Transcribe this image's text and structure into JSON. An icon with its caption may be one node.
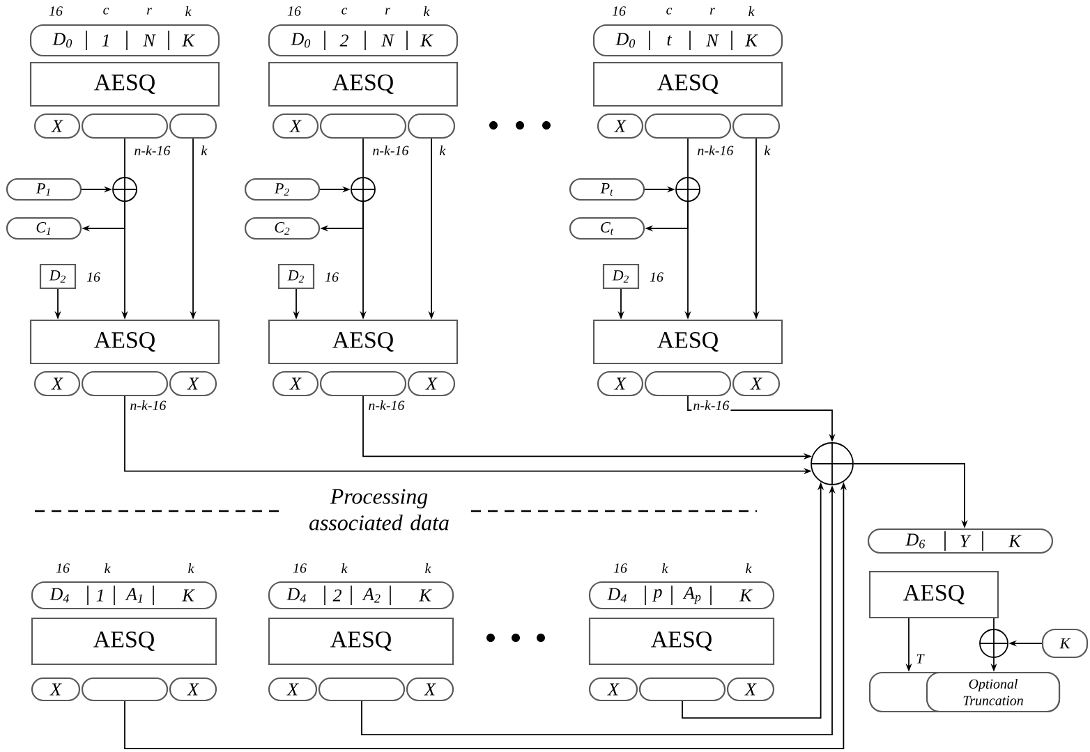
{
  "diagram": {
    "nodes": [
      {
        "text": [
          "D$_{0}$",
          "1",
          "N",
          "K"
        ],
        "beside": [
          "16",
          "c",
          "r",
          "k"
        ]
      },
      {
        "text": [
          "AESQ"
        ]
      },
      {
        "text": [
          "X"
        ]
      },
      {
        "text": [],
        "shape": "capsule"
      },
      {
        "text": [],
        "shape": "capsule"
      },
      {
        "text": [
          "P$_{1}$"
        ]
      },
      {
        "text": [
          "C$_{1}$"
        ]
      },
      {
        "text": [],
        "shape": "circle"
      },
      {
        "text": [
          "D$_{2}$"
        ],
        "beside": [
          "16"
        ]
      },
      {
        "text": [
          "AESQ"
        ]
      },
      {
        "text": [
          "X"
        ]
      },
      {
        "text": [],
        "shape": "capsule"
      },
      {
        "text": [
          "X"
        ]
      },
      {
        "text": [
          "D$_{0}$",
          "2",
          "N",
          "K"
        ],
        "beside": [
          "16",
          "c",
          "r",
          "k"
        ]
      },
      {
        "text": [
          "AESQ"
        ]
      },
      {
        "text": [
          "X"
        ]
      },
      {
        "text": [],
        "shape": "capsule"
      },
      {
        "text": [],
        "shape": "capsule"
      },
      {
        "text": [
          "P$_{2}$"
        ]
      },
      {
        "text": [
          "C$_{2}$"
        ]
      },
      {
        "text": [],
        "shape": "circle"
      },
      {
        "text": [
          "D$_{2}$"
        ],
        "beside": [
          "16"
        ]
      },
      {
        "text": [
          "AESQ"
        ]
      },
      {
        "text": [
          "X"
        ]
      },
      {
        "text": [],
        "shape": "capsule"
      },
      {
        "text": [
          "X"
        ]
      },
      {
        "text": [
          "D$_{0}$",
          "t",
          "N",
          "K"
        ],
        "beside": [
          "16",
          "c",
          "r",
          "k"
        ]
      },
      {
        "text": [
          "AESQ"
        ]
      },
      {
        "text": [
          "X"
        ]
      },
      {
        "text": [],
        "shape": "capsule"
      },
      {
        "text": [],
        "shape": "capsule"
      },
      {
        "text": [
          "P$_{t}$"
        ]
      },
      {
        "text": [
          "C$_{t}$"
        ]
      },
      {
        "text": [],
        "shape": "circle"
      },
      {
        "text": [
          "D$_{2}$"
        ],
        "beside": [
          "16"
        ]
      },
      {
        "text": [
          "AESQ"
        ]
      },
      {
        "text": [
          "X"
        ]
      },
      {
        "text": [],
        "shape": "capsule"
      },
      {
        "text": [
          "X"
        ]
      },
      {
        "text": [],
        "shape": "circle"
      },
      {
        "text": [
          "D$_{4}$",
          "1",
          "A$_{1}$",
          "K"
        ],
        "beside": [
          "16",
          "k",
          "k"
        ]
      },
      {
        "text": [
          "AESQ"
        ]
      },
      {
        "text": [
          "X"
        ]
      },
      {
        "text": [],
        "shape": "capsule"
      },
      {
        "text": [
          "X"
        ]
      },
      {
        "text": [
          "D$_{4}$",
          "2",
          "A$_{2}$",
          "K"
        ],
        "beside": [
          "16",
          "k",
          "k"
        ]
      },
      {
        "text": [
          "AESQ"
        ]
      },
      {
        "text": [
          "X"
        ]
      },
      {
        "text": [],
        "shape": "capsule"
      },
      {
        "text": [
          "X"
        ]
      },
      {
        "text": [
          "D$_{4}$",
          "p",
          "A$_{p}$",
          "K"
        ],
        "beside": [
          "16",
          "k",
          "k"
        ]
      },
      {
        "text": [
          "AESQ"
        ]
      },
      {
        "text": [
          "X"
        ]
      },
      {
        "text": [],
        "shape": "capsule"
      },
      {
        "text": [
          "X"
        ]
      },
      {
        "text": [
          "D$_{6}$",
          "Y",
          "K"
        ]
      },
      {
        "text": [
          "AESQ"
        ]
      },
      {
        "text": [],
        "shape": "circle"
      },
      {
        "text": [
          "K"
        ]
      },
      {
        "text": [],
        "shape": "capsule"
      },
      {
        "text": [
          "Optional Truncation"
        ],
        "in": 59
      }
    ],
    "edges": [
      {
        "from": 3,
        "to": 7,
        "arrow": "none",
        "label": "n-k-16"
      },
      {
        "from": 5,
        "to": 7,
        "arrow": "to"
      },
      {
        "from": 7,
        "to": 6,
        "arrow": "to"
      },
      {
        "from": 7,
        "to": 9,
        "arrow": "to"
      },
      {
        "from": 4,
        "to": 9,
        "arrow": "to",
        "label": "k"
      },
      {
        "from": 8,
        "to": 9,
        "arrow": "to"
      },
      {
        "from": 11,
        "to": 39,
        "arrow": "to",
        "label": "n-k-16"
      },
      {
        "from": 16,
        "to": 20,
        "arrow": "none",
        "label": "n-k-16"
      },
      {
        "from": 18,
        "to": 20,
        "arrow": "to"
      },
      {
        "from": 20,
        "to": 19,
        "arrow": "to"
      },
      {
        "from": 20,
        "to": 22,
        "arrow": "to"
      },
      {
        "from": 17,
        "to": 22,
        "arrow": "to",
        "label": "k"
      },
      {
        "from": 21,
        "to": 22,
        "arrow": "to"
      },
      {
        "from": 24,
        "to": 39,
        "arrow": "to",
        "label": "n-k-16"
      },
      {
        "from": 29,
        "to": 33,
        "arrow": "none",
        "label": "n-k-16"
      },
      {
        "from": 31,
        "to": 33,
        "arrow": "to"
      },
      {
        "from": 33,
        "to": 32,
        "arrow": "to"
      },
      {
        "from": 33,
        "to": 35,
        "arrow": "to"
      },
      {
        "from": 30,
        "to": 35,
        "arrow": "to",
        "label": "k"
      },
      {
        "from": 34,
        "to": 35,
        "arrow": "to"
      },
      {
        "from": 37,
        "to": 39,
        "arrow": "to",
        "label": "n-k-16"
      },
      {
        "from": 43,
        "to": 39,
        "arrow": "to"
      },
      {
        "from": 48,
        "to": 39,
        "arrow": "to"
      },
      {
        "from": 53,
        "to": 39,
        "arrow": "to"
      },
      {
        "from": 39,
        "to": 55,
        "arrow": "to"
      },
      {
        "from": 56,
        "to": 59,
        "arrow": "to",
        "label": "T"
      },
      {
        "from": 56,
        "to": 57,
        "arrow": "none"
      },
      {
        "from": 58,
        "to": 57,
        "arrow": "to"
      },
      {
        "from": 57,
        "to": 60,
        "arrow": "to"
      }
    ],
    "labels": [
      "Processing associated data"
    ]
  }
}
